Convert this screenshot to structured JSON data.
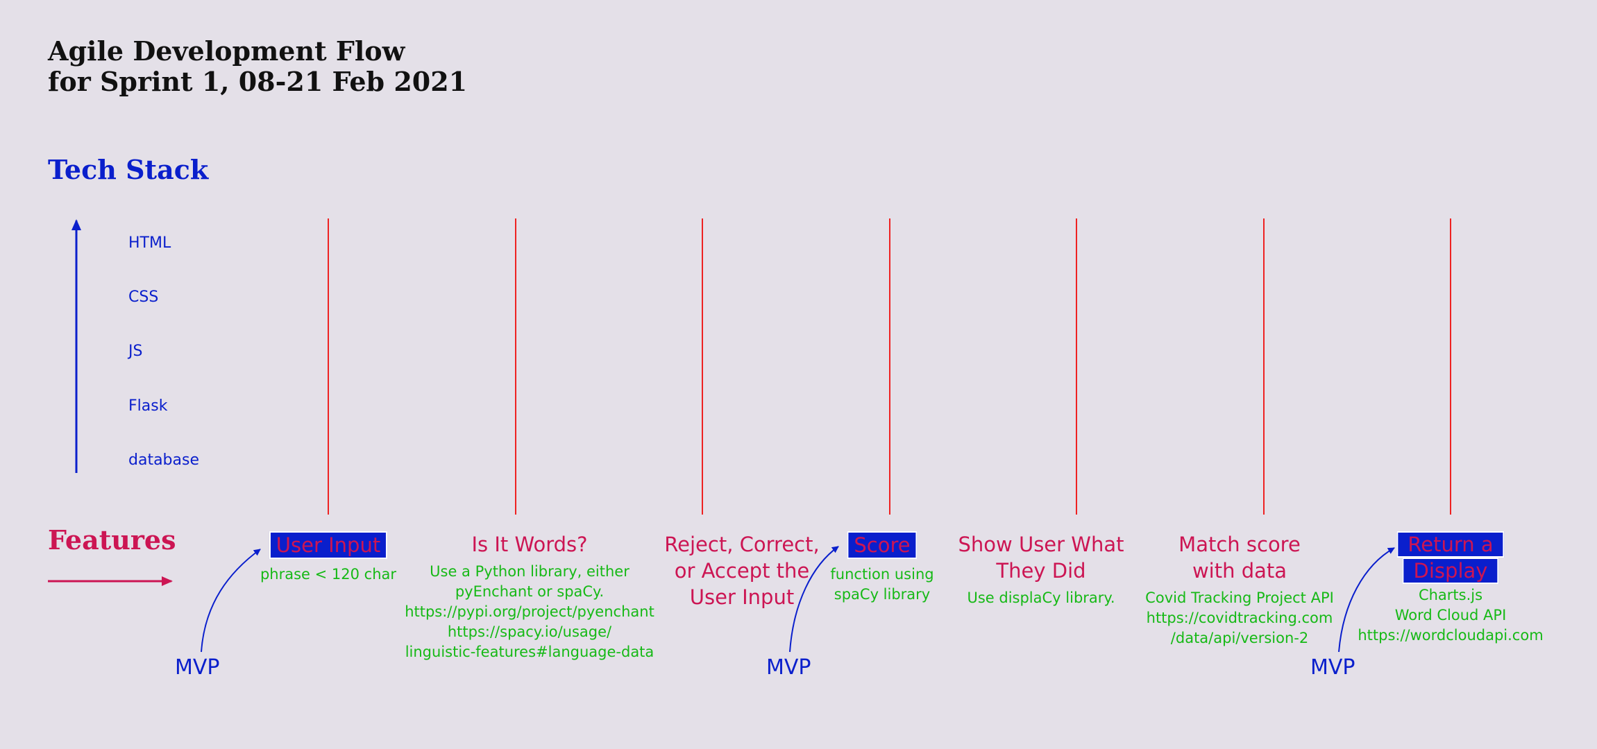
{
  "title_line1": "Agile Development Flow",
  "title_line2": "for Sprint 1, 08-21 Feb 2021",
  "tech_stack": {
    "heading": "Tech Stack",
    "items": [
      "HTML",
      "CSS",
      "JS",
      "Flask",
      "database"
    ]
  },
  "features_heading": "Features",
  "features": [
    {
      "title": "User Input",
      "desc": [
        "phrase < 120 char"
      ]
    },
    {
      "title_lines": [
        "Is It Words?"
      ],
      "desc": [
        "Use a Python library, either",
        "pyEnchant or spaCy.",
        "https://pypi.org/project/pyenchant",
        "https://spacy.io/usage/",
        "linguistic-features#language-data"
      ]
    },
    {
      "title_lines": [
        "Reject, Correct,",
        "or Accept the",
        "User Input"
      ],
      "desc": []
    },
    {
      "title": "Score",
      "desc": [
        "function using",
        "spaCy library"
      ]
    },
    {
      "title_lines": [
        "Show User What",
        "They Did"
      ],
      "desc": [
        "Use displaCy library."
      ]
    },
    {
      "title_lines": [
        "Match score",
        "with data"
      ],
      "desc": [
        "Covid Tracking Project API",
        "https://covidtracking.com",
        "/data/api/version-2"
      ]
    },
    {
      "title_lines": [
        "Return a",
        "Display"
      ],
      "desc": [
        "Charts.js",
        "Word Cloud API",
        "https://wordcloudapi.com"
      ]
    }
  ],
  "mvp_labels": [
    "MVP",
    "MVP",
    "MVP"
  ],
  "colors": {
    "background": "#e4e0e8",
    "tech_blue": "#0a1fcc",
    "feature_red": "#cc1553",
    "desc_green": "#16b916",
    "sprint_line_red": "#ee2222"
  }
}
